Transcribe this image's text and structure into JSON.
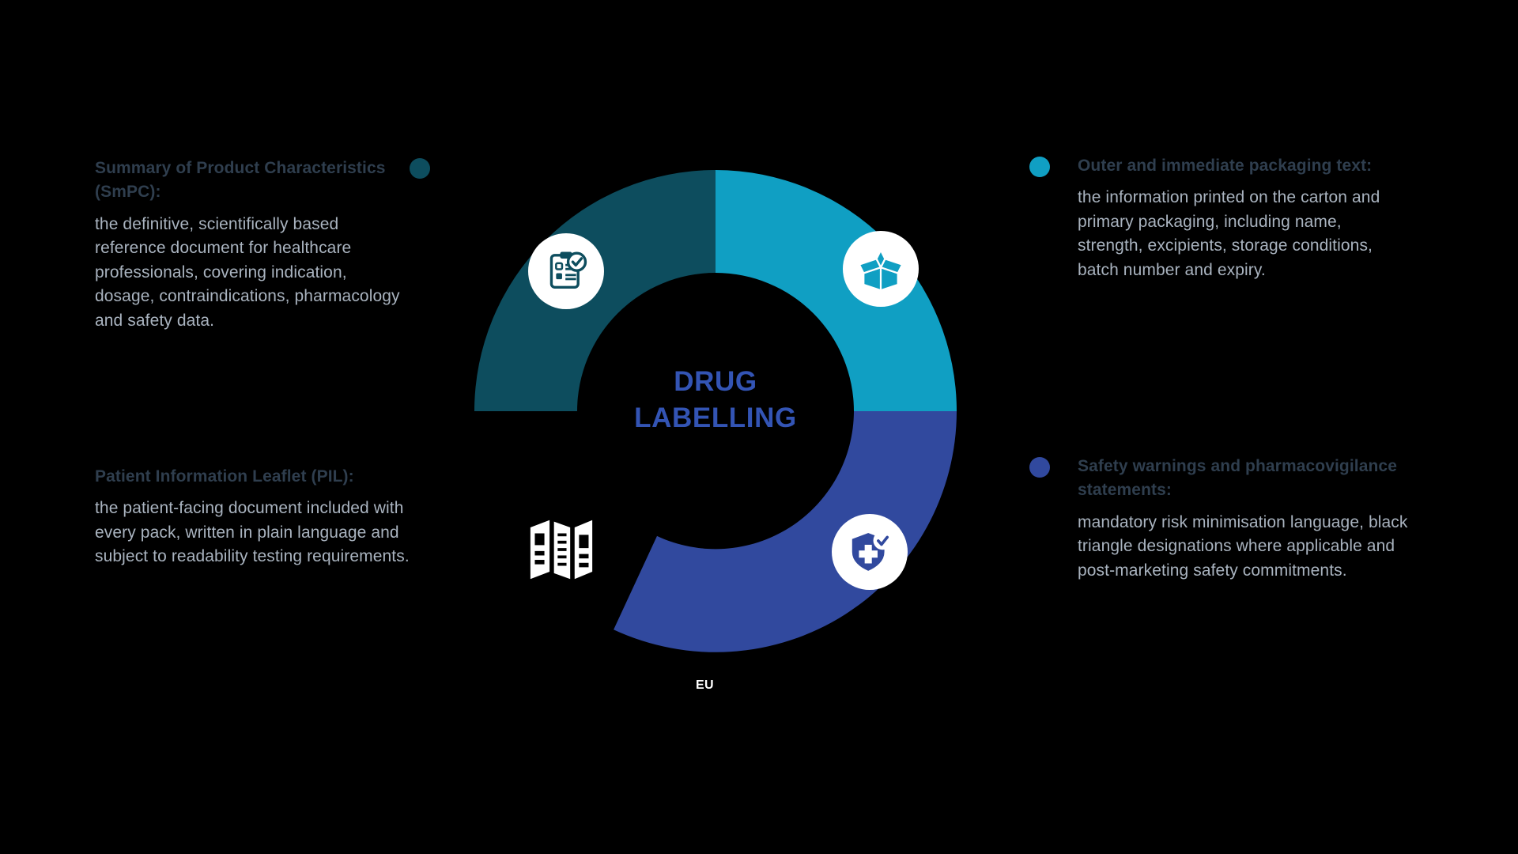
{
  "center": {
    "title_line1": "DRUG",
    "title_line2": "LABELLING",
    "title_color": "#3354b4"
  },
  "footer": {
    "region_label": "EU"
  },
  "segments": [
    {
      "id": "smpc",
      "color": "#0d4d5e",
      "icon": "clipboard-check-icon",
      "heading": "Summary of Product Characteristics (SmPC):",
      "body": "the definitive, scientifically based reference document for healthcare professionals, covering indication, dosage, contraindications, pharmacology and safety data."
    },
    {
      "id": "packaging",
      "color": "#109fc3",
      "icon": "open-box-icon",
      "heading": "Outer and immediate packaging text:",
      "body": "the information printed on the carton and primary packaging, including name, strength, excipients, storage conditions, batch number and expiry."
    },
    {
      "id": "safety",
      "color": "#31499e",
      "icon": "shield-medical-check-icon",
      "heading": "Safety warnings and pharmacovigilance statements:",
      "body": "mandatory risk minimisation language, black triangle designations where applicable and post-marketing safety commitments."
    },
    {
      "id": "pil",
      "color": "#ffffff",
      "icon": "folded-leaflet-icon",
      "heading": "Patient Information Leaflet (PIL):",
      "body": "the patient-facing document included with every pack, written in plain language and subject to readability testing requirements."
    }
  ],
  "colors": {
    "background": "#000000",
    "heading_text": "#2f3e4e",
    "body_text": "#a9b3bf",
    "teal": "#0d4d5e",
    "cyan": "#109fc3",
    "blue": "#31499e",
    "white": "#ffffff"
  }
}
